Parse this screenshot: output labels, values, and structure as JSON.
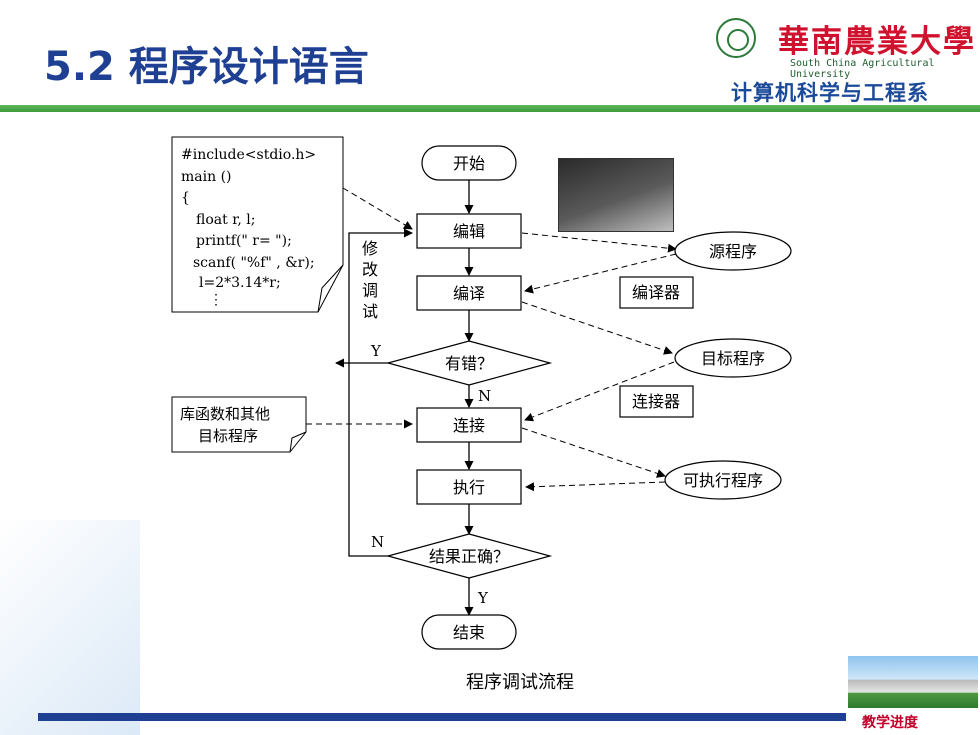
{
  "header": {
    "title": "5.2 程序设计语言",
    "university_cn": "華南農業大學",
    "university_en": "South China Agricultural University",
    "department": "计算机科学与工程系"
  },
  "code_box": {
    "lines": [
      "#include<stdio.h>",
      "main ()",
      "{",
      "float r, l;",
      "printf(\" r= \");",
      "scanf( \"%f\" , &r);",
      "l=2*3.14*r;",
      "⋮"
    ]
  },
  "flowchart": {
    "start": "开始",
    "edit": "编辑",
    "compile": "编译",
    "has_error": "有错？",
    "link": "连接",
    "execute": "执行",
    "result_correct": "结果正确？",
    "end": "结束",
    "loop_label": [
      "修",
      "改",
      "调",
      "试"
    ],
    "yes1": "Y",
    "no1": "N",
    "no2": "N",
    "yes2": "Y",
    "source_program": "源程序",
    "compiler": "编译器",
    "object_program": "目标程序",
    "linker": "连接器",
    "executable": "可执行程序",
    "library_lines": [
      "库函数和其他",
      "目标程序"
    ],
    "caption": "程序调试流程"
  },
  "footer": {
    "progress_link": "教学进度"
  },
  "colors": {
    "title": "#1f3f93",
    "logo_red": "#d0122f",
    "rule_green": "#4caf50",
    "rule_blue": "#1f3f93"
  }
}
